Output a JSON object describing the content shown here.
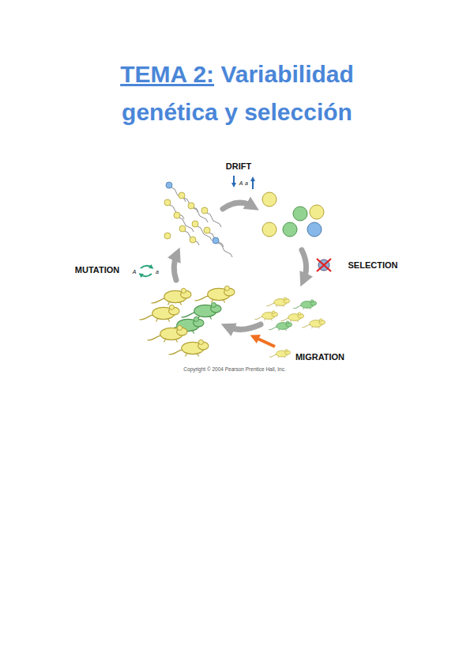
{
  "diagram": {
    "title": "Variabilidad genética y selección",
    "labels": [
      "TEMA 2:",
      "DRIFT",
      "A",
      "a",
      "SELECTION",
      "MIGRATION",
      "MUTATION",
      "A",
      "a",
      "Copyright © 2004 Pearson Prentice Hall, Inc."
    ]
  }
}
